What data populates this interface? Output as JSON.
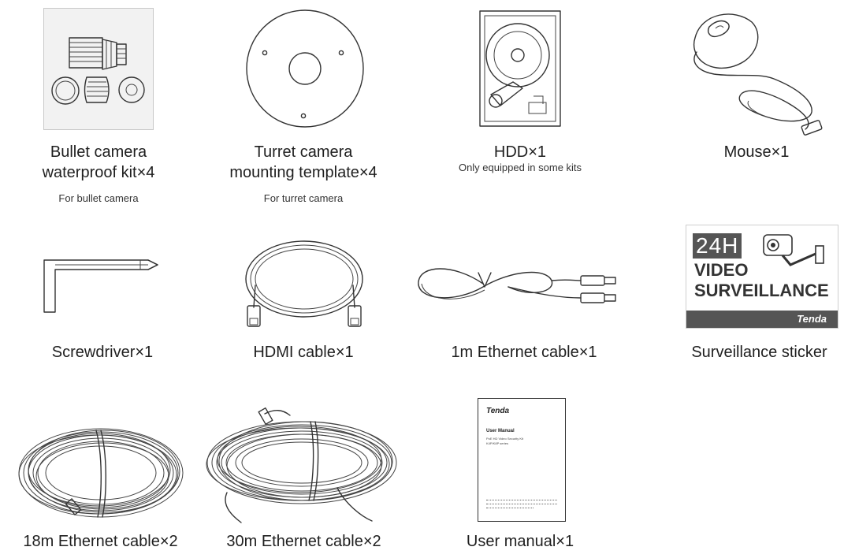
{
  "items": [
    {
      "label_line1": "Bullet camera",
      "label_line2": "waterproof kit×4",
      "note": "For bullet camera",
      "icon": "waterproof-kit-icon"
    },
    {
      "label_line1": "Turret camera",
      "label_line2": "mounting template×4",
      "note": "For turret camera",
      "icon": "mounting-template-icon"
    },
    {
      "label": "HDD×1",
      "note": "Only equipped in some kits",
      "icon": "hard-disk-icon"
    },
    {
      "label": "Mouse×1",
      "icon": "mouse-icon"
    },
    {
      "label": "Screwdriver×1",
      "icon": "screwdriver-icon"
    },
    {
      "label": "HDMI cable×1",
      "icon": "hdmi-cable-icon"
    },
    {
      "label": "1m Ethernet cable×1",
      "icon": "ethernet-cable-icon"
    },
    {
      "label": "Surveillance sticker",
      "icon": "surveillance-sticker-icon"
    },
    {
      "label": "18m Ethernet cable×2",
      "icon": "ethernet-cable-coil-icon"
    },
    {
      "label": "30m Ethernet cable×2",
      "icon": "ethernet-cable-coil-large-icon"
    },
    {
      "label": "User manual×1",
      "icon": "user-manual-icon"
    }
  ],
  "sticker": {
    "line1": "24H",
    "line2": "VIDEO",
    "line3": "SURVEILLANCE",
    "brand": "Tenda"
  },
  "manual": {
    "brand": "Tenda",
    "title": "User Manual",
    "subtitle1": "PoE HD Video Security Kit",
    "subtitle2": "K4P/K8P series"
  },
  "colors": {
    "line": "#333333",
    "sticker_dark": "#555555",
    "kit_background": "#f2f2f2"
  }
}
